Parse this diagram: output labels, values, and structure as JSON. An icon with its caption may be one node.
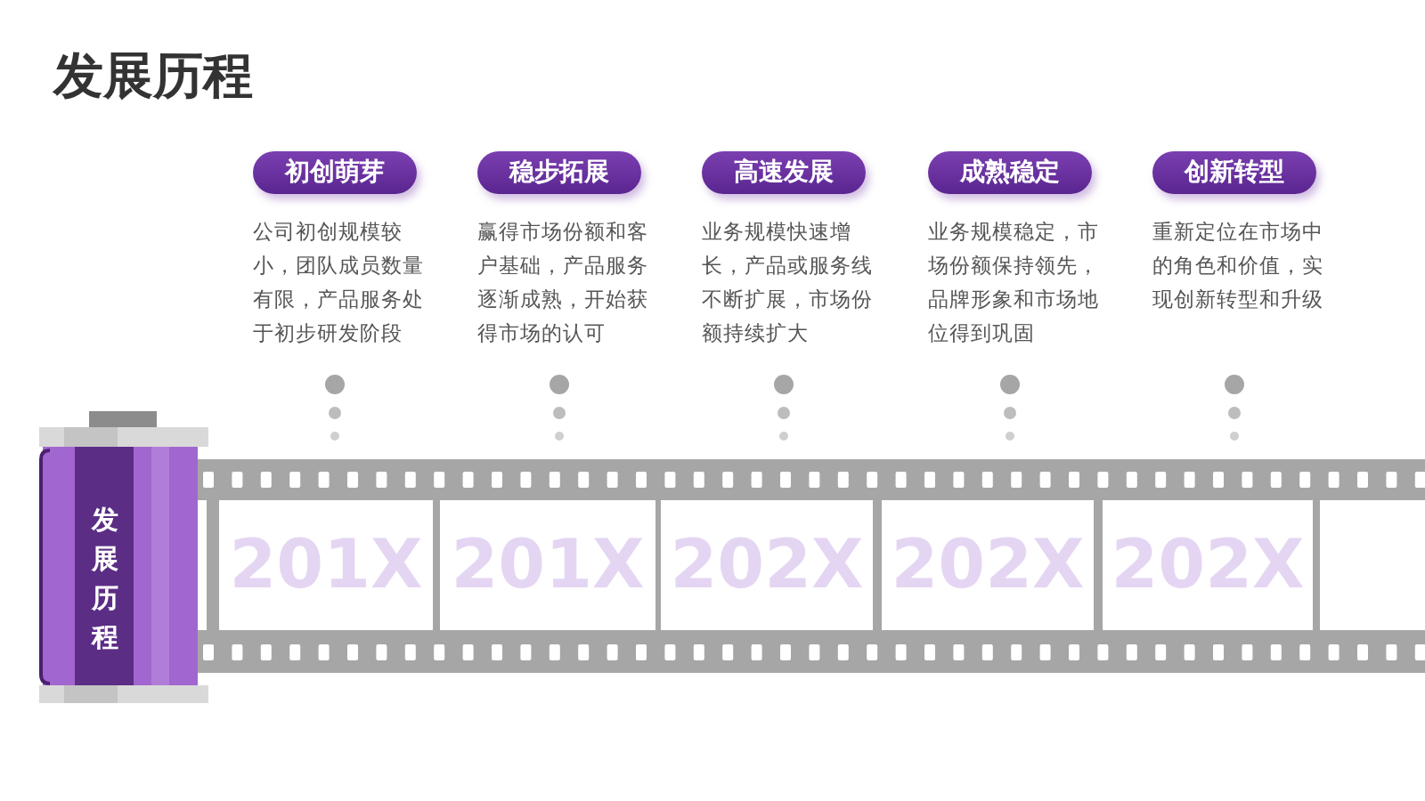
{
  "diagram": {
    "title": "发展历程",
    "nodes": [
      {
        "text": [
          "初创萌芽",
          "公司初创规模较小，团队成员数量有限，产品服务处于初步研发阶段"
        ]
      },
      {
        "text": [
          "稳步拓展",
          "赢得市场份额和客户基础，产品服务逐渐成熟，开始获得市场的认可"
        ]
      },
      {
        "text": [
          "高速发展",
          "业务规模快速增长，产品或服务线不断扩展，市场份额持续扩大"
        ]
      },
      {
        "text": [
          "成熟稳定",
          "业务规模稳定，市场份额保持领先，品牌形象和市场地位得到巩固"
        ]
      },
      {
        "text": [
          "创新转型",
          "重新定位在市场中的角色和价值，实现创新转型和升级"
        ]
      },
      {
        "text": [
          "发展历程"
        ]
      },
      {
        "text": [
          "201X"
        ]
      },
      {
        "text": [
          "201X"
        ]
      },
      {
        "text": [
          "202X"
        ]
      },
      {
        "text": [
          "202X"
        ]
      },
      {
        "text": [
          "202X"
        ]
      },
      {
        "text": [],
        "shape": "box"
      }
    ]
  }
}
